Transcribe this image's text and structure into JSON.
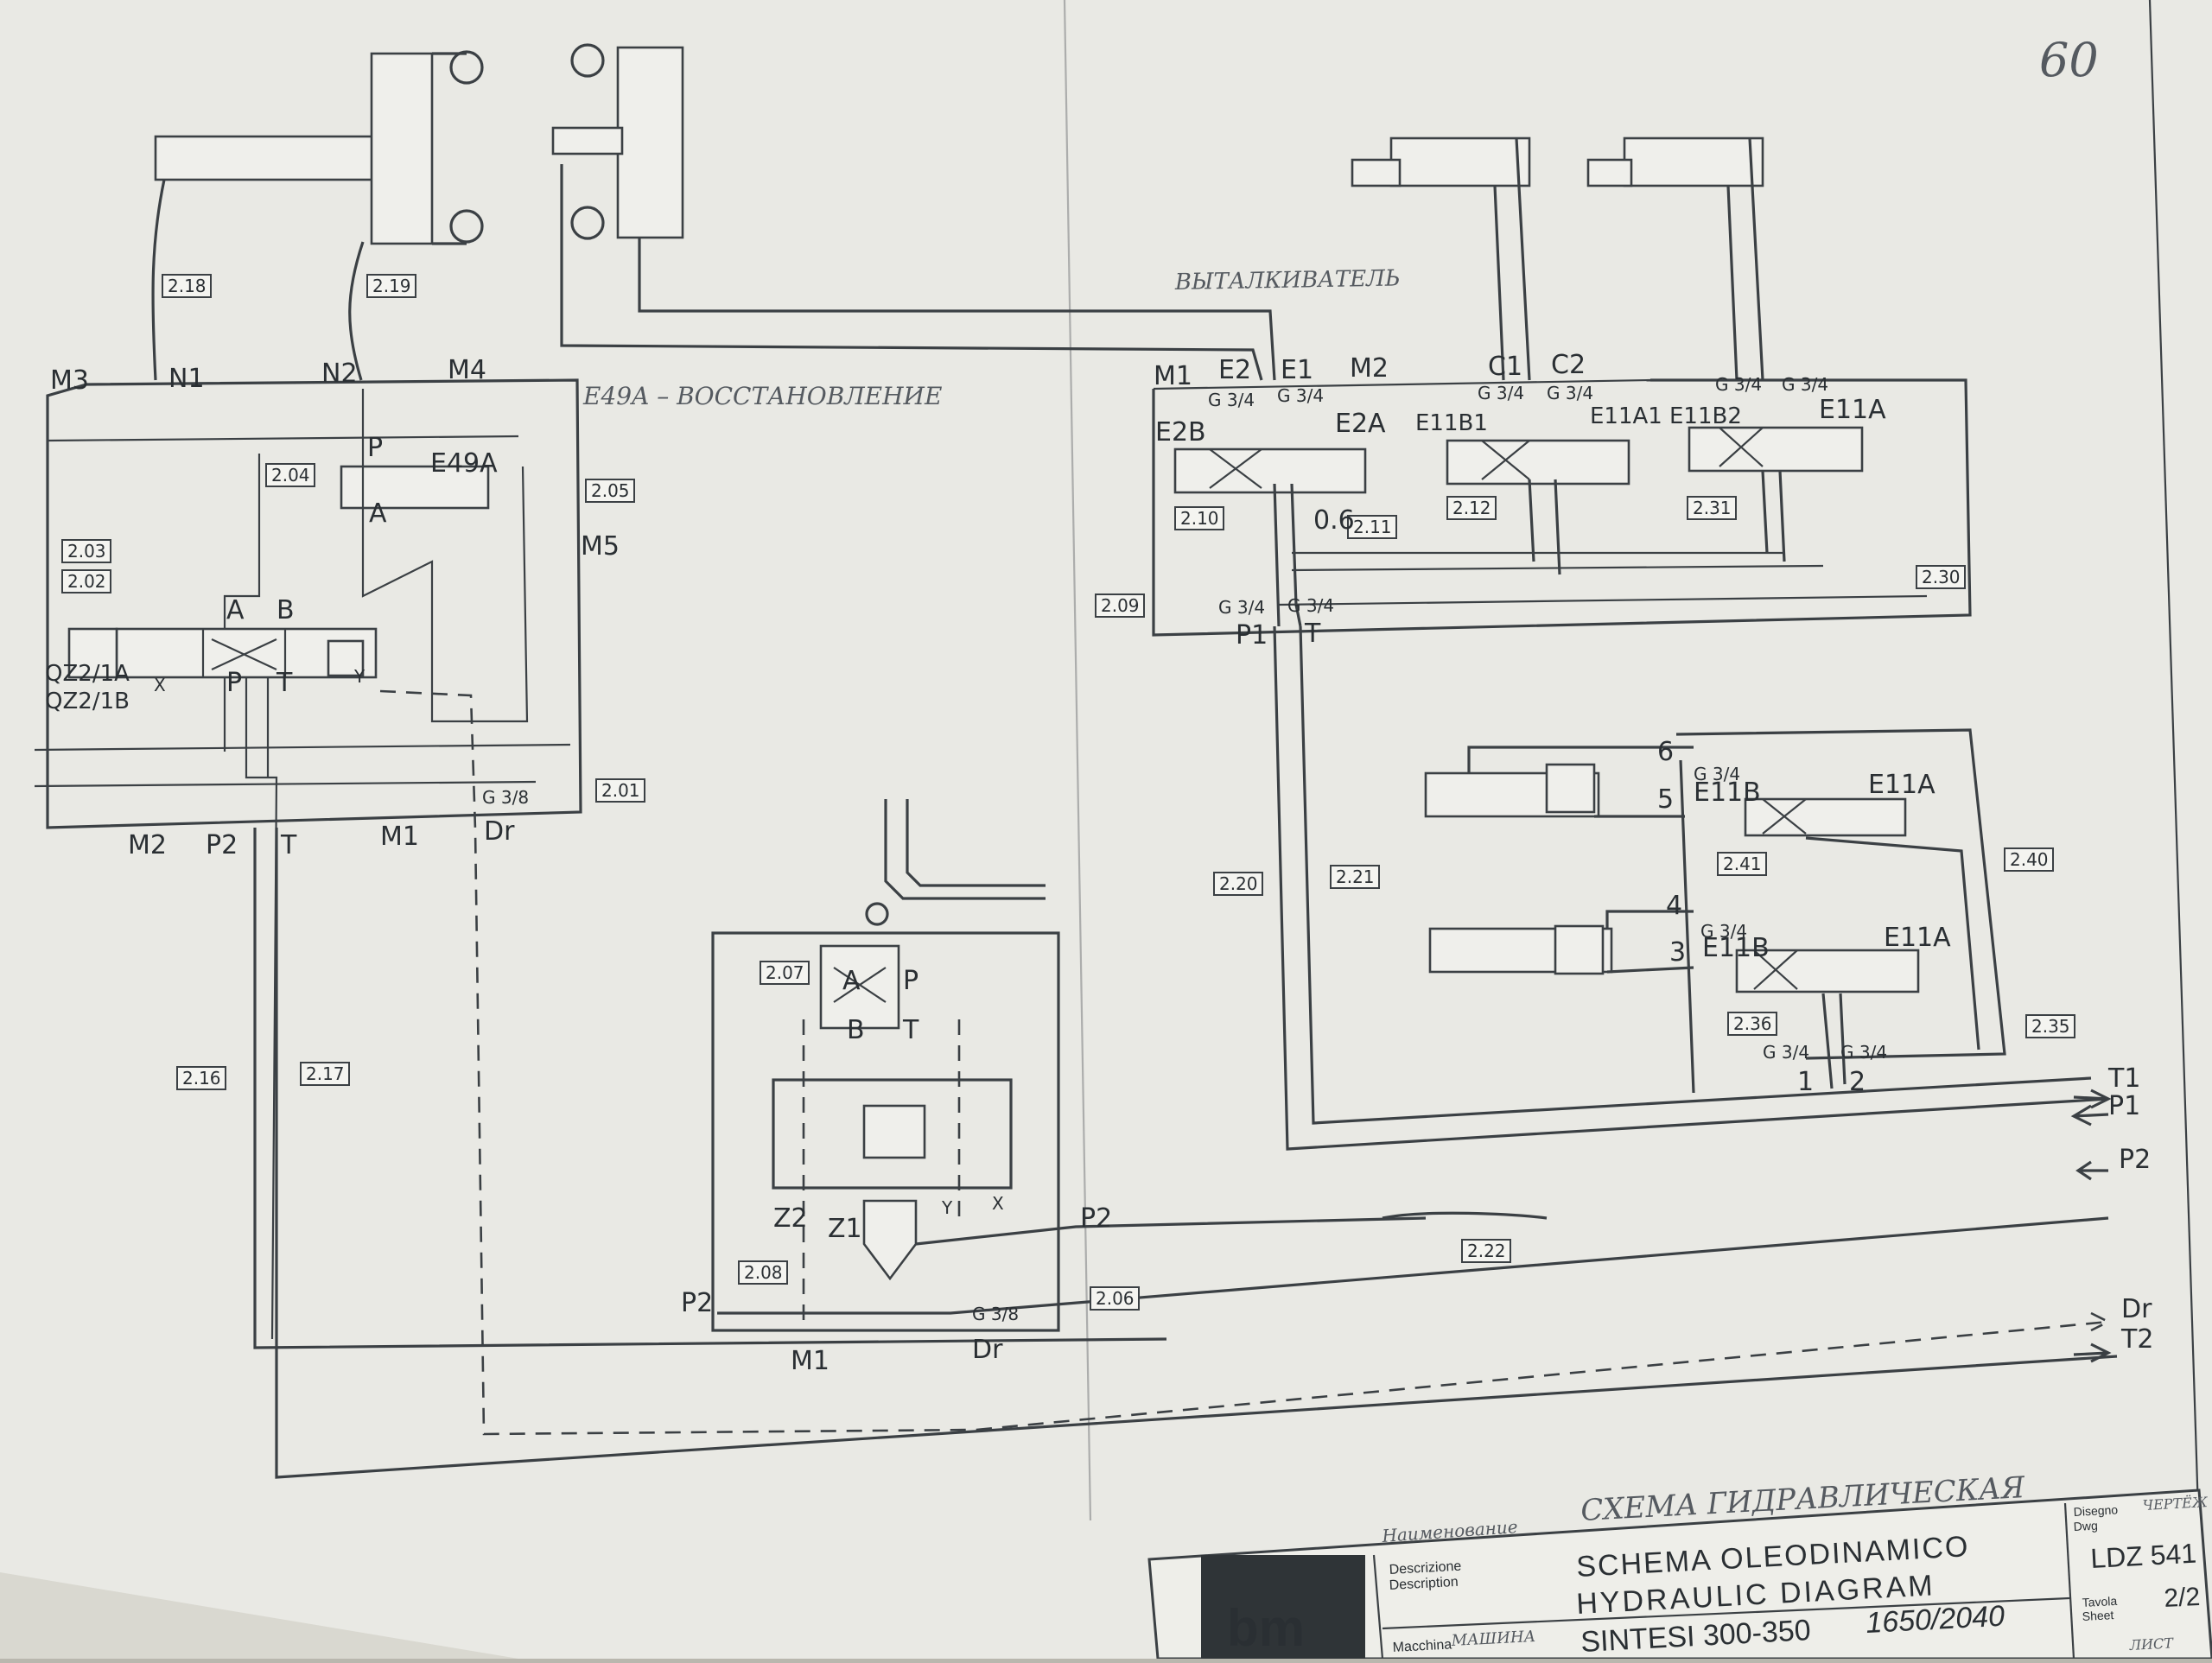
{
  "page_number": "60",
  "annotations": {
    "ejector_ru": "ВЫТАЛКИВАТЕЛЬ",
    "e49a_ru": "E49A – ВОССТАНОВЛЕНИЕ"
  },
  "component_tags": [
    "2.18",
    "2.19",
    "2.04",
    "2.05",
    "2.03",
    "2.02",
    "2.01",
    "2.16",
    "2.17",
    "2.07",
    "2.08",
    "2.06",
    "2.09",
    "2.10",
    "2.11",
    "2.12",
    "2.31",
    "2.30",
    "2.20",
    "2.21",
    "2.22",
    "2.41",
    "2.40",
    "2.36",
    "2.35"
  ],
  "port_labels": {
    "left": [
      "M3",
      "N1",
      "N2",
      "M4",
      "M5",
      "M2",
      "P2",
      "T",
      "M1",
      "Dr",
      "G 3/8",
      "A",
      "B",
      "P",
      "T",
      "X",
      "Y",
      "QZ2/1A",
      "QZ2/1B",
      "E49A",
      "P",
      "A"
    ],
    "mid": [
      "P2",
      "P2",
      "M1",
      "G 3/8",
      "Dr",
      "A",
      "P",
      "B",
      "T",
      "Z2",
      "Z1",
      "Y",
      "X"
    ],
    "right_top": [
      "M1",
      "E2",
      "E1",
      "M2",
      "C1",
      "C2",
      "G 3/4",
      "G 3/4",
      "G 3/4",
      "G 3/4",
      "G 3/4",
      "G 3/4",
      "E2B",
      "E2A",
      "E11B1",
      "E11A1",
      "E11B2",
      "E11A",
      "0.6",
      "G 3/4",
      "G 3/4",
      "P1",
      "T"
    ],
    "right_bottom": [
      "6",
      "5",
      "4",
      "3",
      "1",
      "2",
      "G 3/4",
      "E11B",
      "E11A",
      "G 3/4",
      "E11B",
      "E11A",
      "G 3/4",
      "G 3/4"
    ],
    "outlets": [
      "T1",
      "P1",
      "P2",
      "Dr",
      "T2"
    ]
  },
  "title_block": {
    "handwritten_ru_title": "СХЕМА ГИДРАВЛИЧЕСКАЯ",
    "handwritten_ru_label": "Наименование",
    "description_label_it": "Descrizione",
    "description_label_en": "Description",
    "title_it": "SCHEMA OLEODINAMICO",
    "title_en": "HYDRAULIC DIAGRAM",
    "machine_label": "Macchina",
    "machine_label_ru": "МАШИНА",
    "machine": "SINTESI 300-350",
    "size": "1650/2040",
    "drawing_label": "Disegno",
    "drawing_label_en": "Dwg",
    "drawing_label_ru": "ЧЕРТЁЖ",
    "drawing_no": "LDZ 541",
    "sheet_label": "Tavola",
    "sheet_label_en": "Sheet",
    "sheet_label_ru": "ЛИСТ",
    "sheet_no": "2/2"
  },
  "colors": {
    "paper": "#efefeb",
    "ink": "#3b4044",
    "pencil": "#6a6f75",
    "background": "#b9b7ae"
  }
}
